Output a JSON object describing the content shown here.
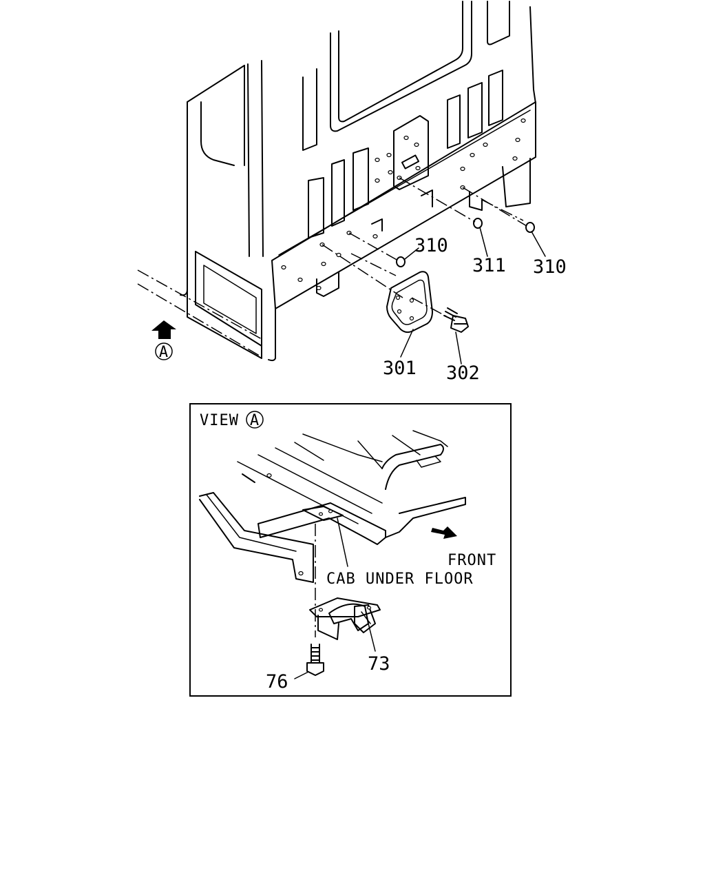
{
  "upper_view": {
    "callouts": {
      "c310_left": "310",
      "c311": "311",
      "c310_right": "310",
      "c301": "301",
      "c302": "302"
    },
    "view_marker": "A"
  },
  "inset_view": {
    "title": "VIEW",
    "title_marker": "A",
    "labels": {
      "front": "FRONT",
      "cab_under_floor": "CAB UNDER FLOOR"
    },
    "callouts": {
      "c73": "73",
      "c76": "76"
    }
  }
}
